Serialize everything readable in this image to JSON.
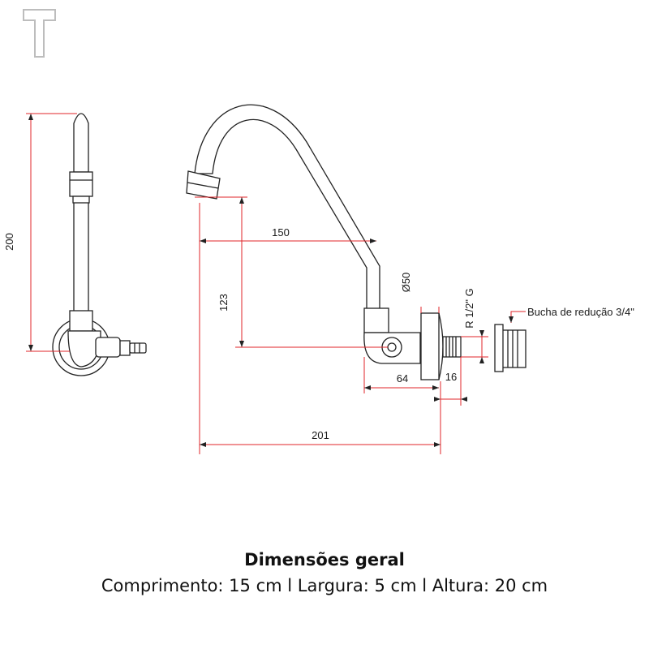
{
  "logo": {
    "icon": "t-logo-icon"
  },
  "dimensions": {
    "height_total": "200",
    "spout_reach": "150",
    "spout_height": "123",
    "diameter": "Ø50",
    "total_length": "201",
    "body_depth": "64",
    "flange": "16",
    "thread": "R 1/2\" G"
  },
  "callout": {
    "bushing": "Bucha de redução 3/4\""
  },
  "caption": {
    "title": "Dimensões geral",
    "subtitle": "Comprimento: 15 cm l Largura: 5 cm l Altura: 20 cm"
  },
  "colors": {
    "dimension_line": "#e0262a",
    "drawing_line": "#222222",
    "logo": "#bdbdbd"
  }
}
